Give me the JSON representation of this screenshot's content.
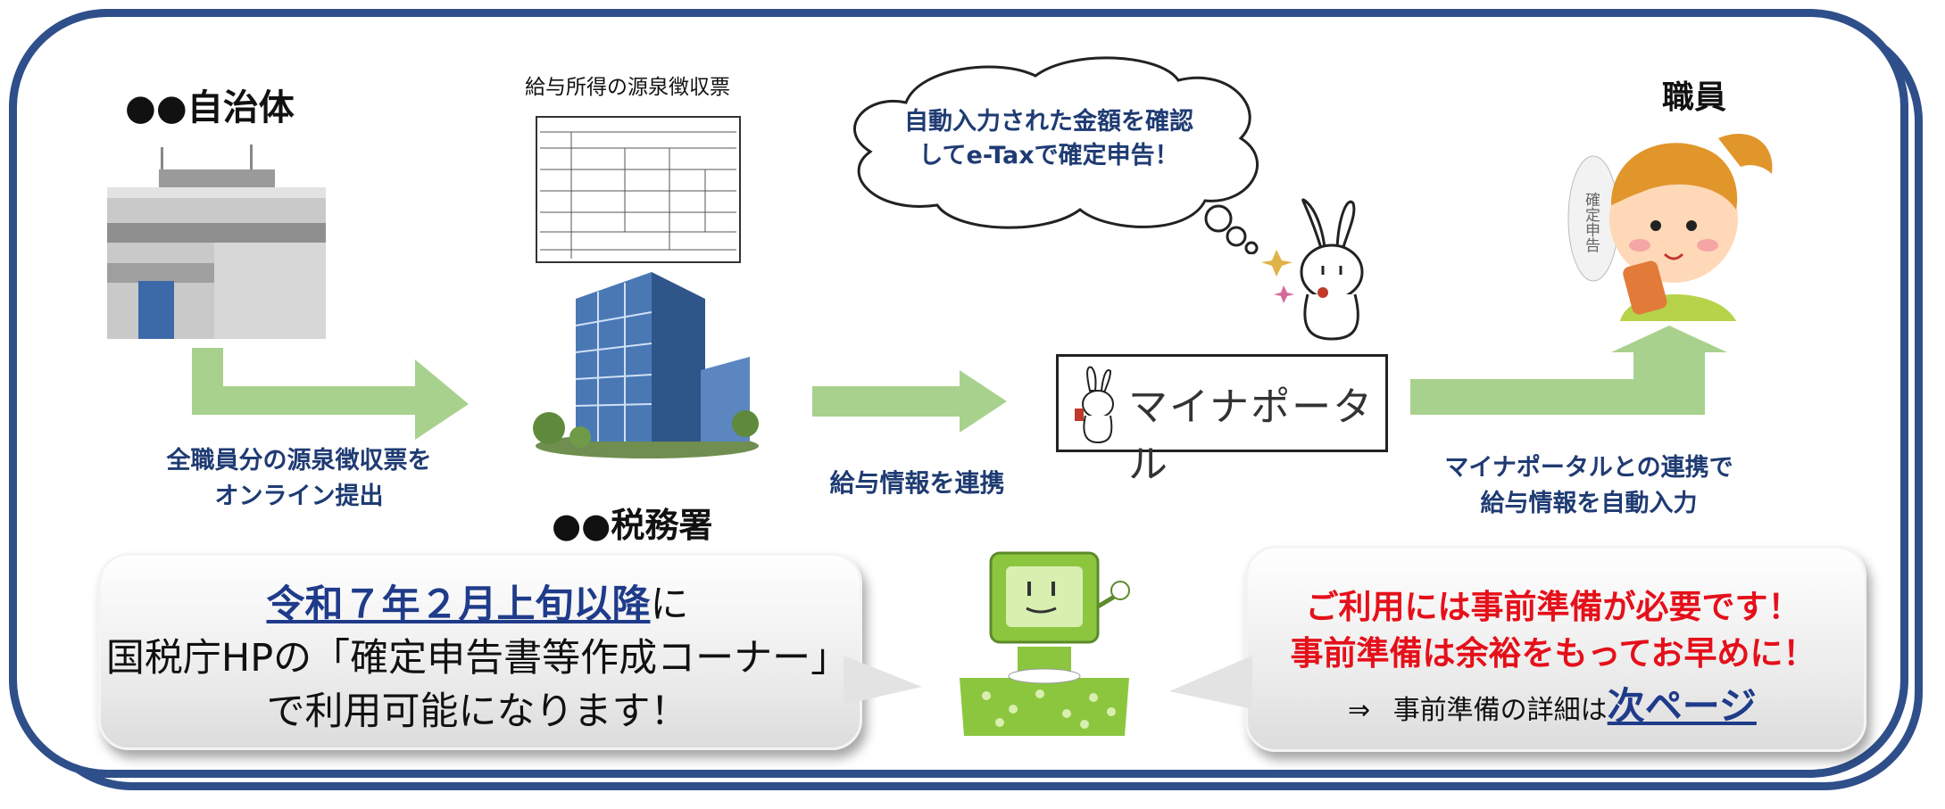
{
  "org": {
    "municipality": "●●自治体",
    "tax_office": "●●税務署",
    "staff": "職員"
  },
  "document_label": "給与所得の源泉徴収票",
  "step1_text": [
    "全職員分の源泉徴収票を",
    "オンライン提出"
  ],
  "step2_text": "給与情報を連携",
  "step3_text": [
    "マイナポータルとの連携で",
    "給与情報を自動入力"
  ],
  "thought_text": [
    "自動入力された金額を確認",
    "してe-Taxで確定申告！"
  ],
  "portal_label": "マイナポータル",
  "staff_sign": "確定申告",
  "notice_left": {
    "emph": "令和７年２月上旬以降",
    "suffix": "に",
    "line2": "国税庁HPの「確定申告書等作成コーナー」",
    "line3": "で利用可能になります！"
  },
  "notice_right": {
    "line1": "ご利用には事前準備が必要です！",
    "line2": "事前準備は余裕をもってお早めに！",
    "arrow": "⇒",
    "line3_prefix": "事前準備の詳細は",
    "line3_link": "次ページ"
  },
  "colors": {
    "frame": "#2f4f8a",
    "arrow": "#a9d18e",
    "label_blue": "#1f3b73",
    "alert_red": "#e5101a",
    "link_blue": "#1f3b8a",
    "mascot_green": "#8cc63f"
  }
}
